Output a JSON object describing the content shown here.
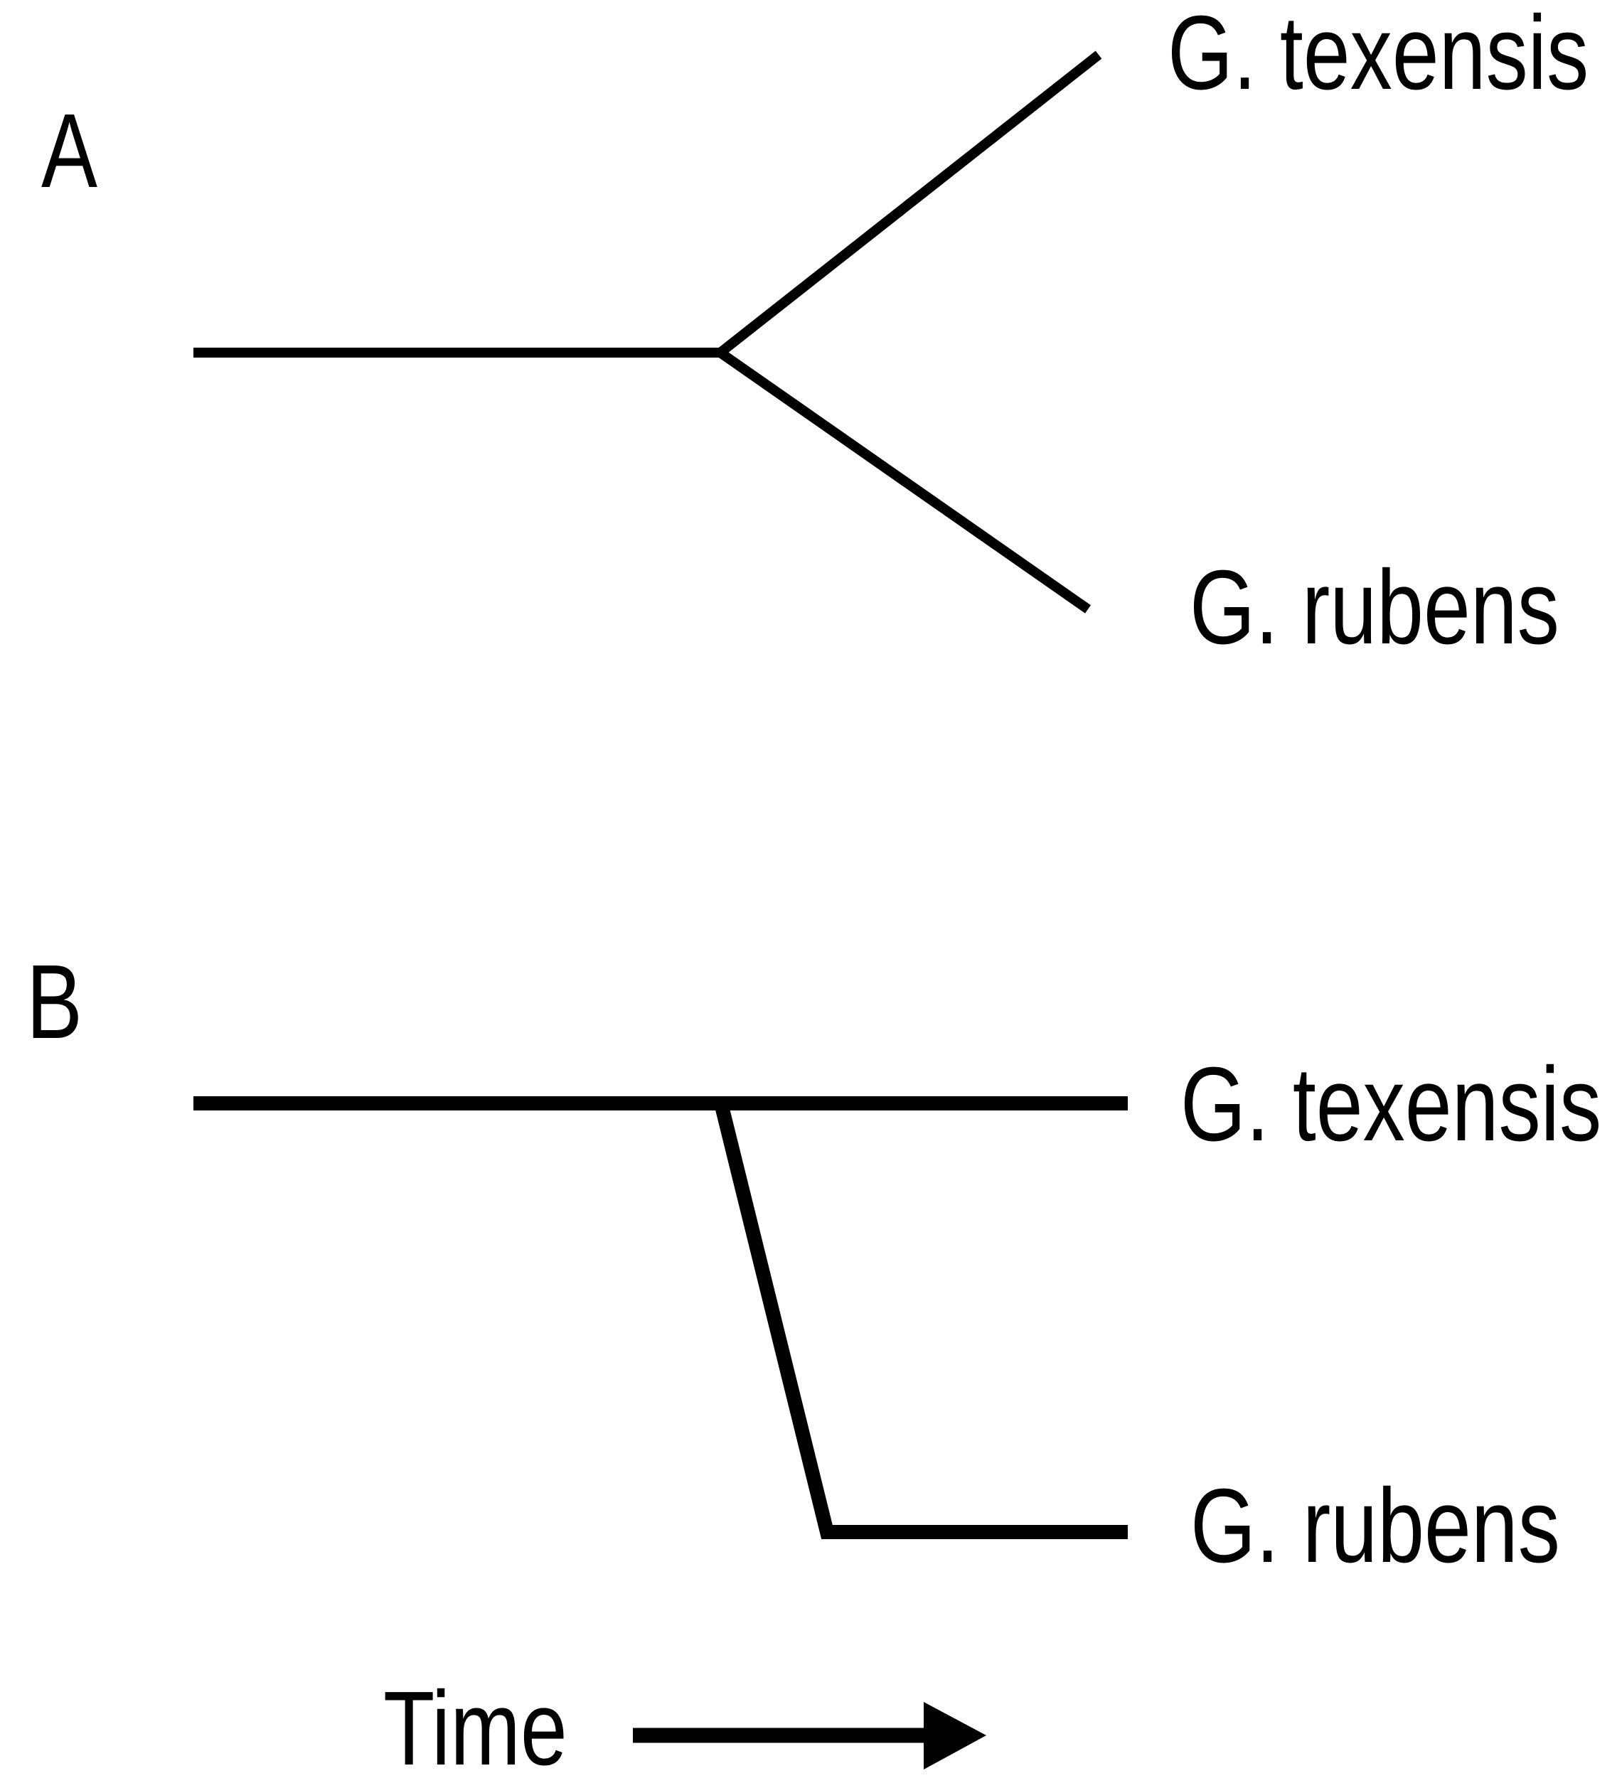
{
  "panel_a": {
    "label": "A",
    "top_taxon": "G. texensis",
    "bottom_taxon": "G. rubens"
  },
  "panel_b": {
    "label": "B",
    "top_taxon": "G. texensis",
    "bottom_taxon": "G. rubens"
  },
  "time_axis": {
    "label": "Time",
    "arrow_direction": "right"
  },
  "colors": {
    "background": "#ffffff",
    "line": "#000000",
    "text": "#000000"
  }
}
